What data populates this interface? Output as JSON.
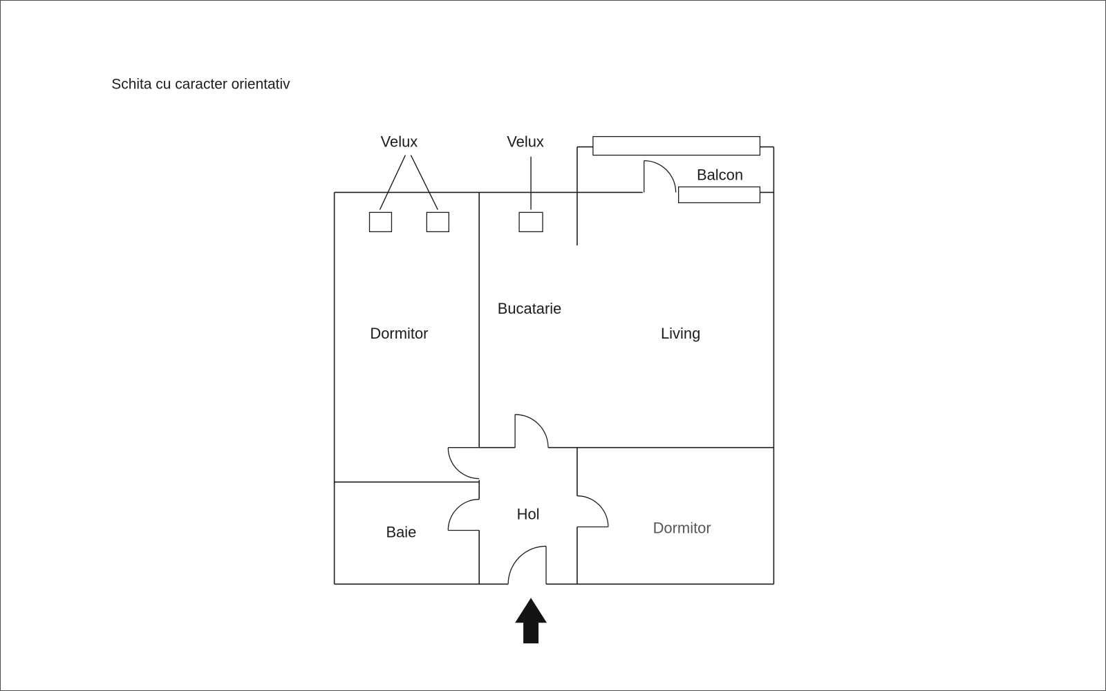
{
  "title": "Schita cu caracter orientativ",
  "labels": {
    "velux_left": "Velux",
    "velux_right": "Velux",
    "balcon": "Balcon",
    "dormitor_left": "Dormitor",
    "bucatarie": "Bucatarie",
    "living": "Living",
    "hol": "Hol",
    "baie": "Baie",
    "dormitor_right": "Dormitor"
  },
  "icons": {
    "entrance_arrow": "up-arrow"
  },
  "colors": {
    "wall": "#1c1c1c",
    "text": "#1c1c1c",
    "text_soft": "#555555",
    "arrow": "#141414",
    "background": "#ffffff"
  }
}
